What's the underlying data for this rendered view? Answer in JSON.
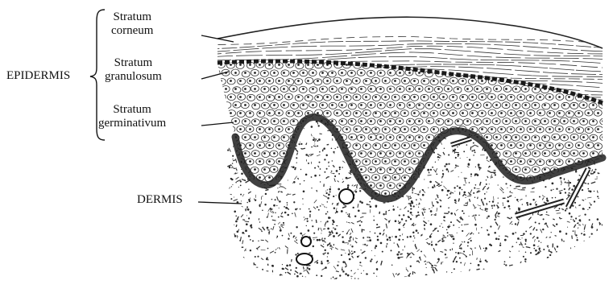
{
  "labels": {
    "epidermis": "EPIDERMIS",
    "corneum_1": "Stratum",
    "corneum_2": "corneum",
    "granulosum_1": "Stratum",
    "granulosum_2": "granulosum",
    "germinativum_1": "Stratum",
    "germinativum_2": "germinativum",
    "dermis": "DERMIS"
  }
}
